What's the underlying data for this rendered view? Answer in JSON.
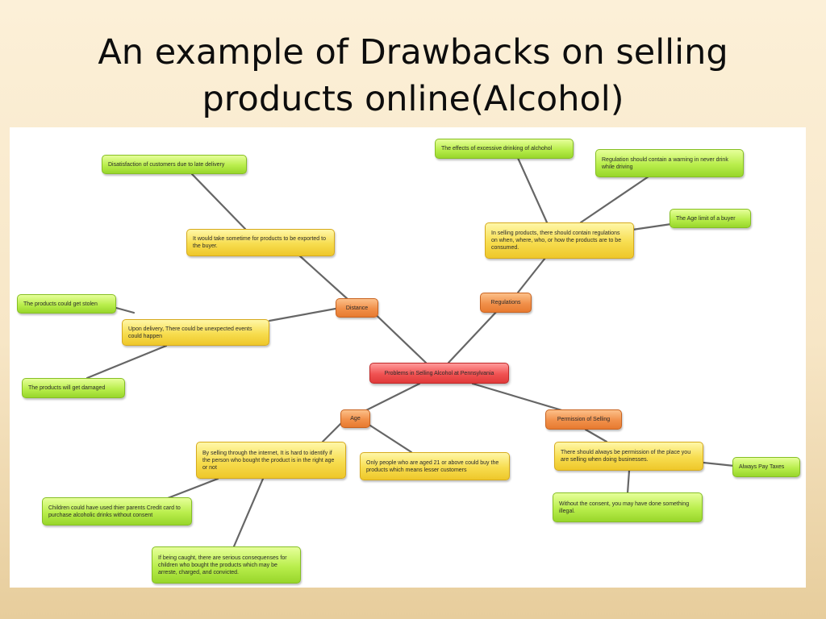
{
  "slide": {
    "title_line1": "An example of Drawbacks on selling",
    "title_line2": "products online(Alcohol)"
  },
  "colors": {
    "central": "#e84848",
    "branch": "#f08a45",
    "sub_branch": "#f3d23f",
    "leaf": "#afe445",
    "connector": "#666666"
  },
  "mindmap": {
    "central": "Problems in Selling Alcohol at Pennsylvania",
    "distance": {
      "label": "Distance",
      "upon_delivery": "Upon delivery, There could be unexpected events could happen",
      "stolen": "The products could get stolen",
      "damaged": "The products will get damaged",
      "take_time": "It would take sometime for products to be exported to the buyer.",
      "dissatisfaction": "Disatisfaction of customers due to late delivery"
    },
    "regulations": {
      "label": "Regulations",
      "should_contain": "In selling products, there should contain regulations on when, where, who, or how the products are to be consumed.",
      "excessive": "The effects of excessive drinking of alchohol",
      "warning": "Regulation should contain a warning in never drink while driving",
      "age_limit": "The Age limit of a buyer"
    },
    "age": {
      "label": "Age",
      "hard_identify": "By selling through the internet, It is hard to identify if the person who bought the product is in the right age or not",
      "aged_21": "Only people who are aged 21 or above could buy the products which means lesser customers",
      "credit_card": "Children could have used thier parents Credit card to purchase alcoholic drinks without consent",
      "caught": "If being caught, there are serious consequenses for children who bought the products which may be arreste, charged, and convicted."
    },
    "permission": {
      "label": "Permission of Selling",
      "always_permission": "There should always be permission of the place you are selling when doing businesses.",
      "pay_taxes": "Always Pay Taxes",
      "without_consent": "Without the consent, you may have done something illegal."
    }
  }
}
